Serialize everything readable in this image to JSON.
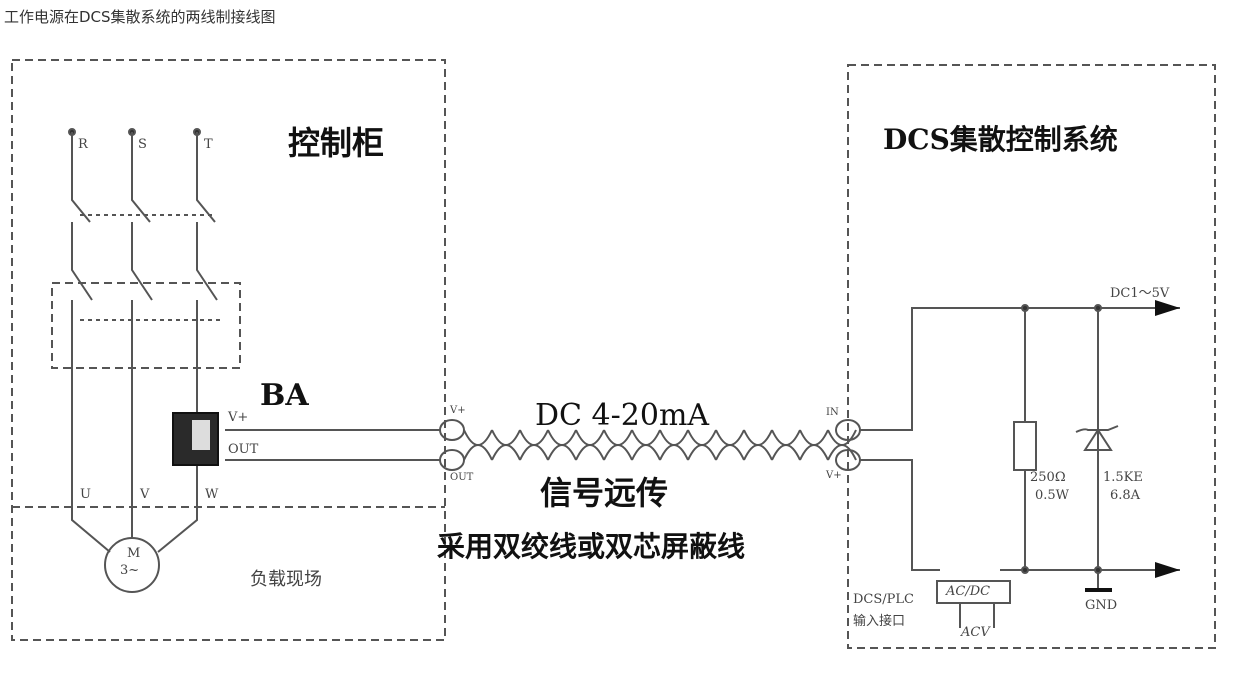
{
  "title": "工作电源在DCS集散系统的两线制接线图",
  "left_box": {
    "label": "控制柜",
    "phases": [
      "R",
      "S",
      "T"
    ],
    "sensor": "BA",
    "pins": [
      "V+",
      "OUT"
    ],
    "motor_label": "M",
    "motor_sub": "3~",
    "motor_terms": [
      "U",
      "V",
      "W"
    ],
    "field_label": "负载现场"
  },
  "right_box": {
    "label": "DCS集散控制系统",
    "pins": [
      "IN",
      "V+"
    ],
    "output": "DC1～5V",
    "resistor": [
      "250Ω",
      "0.5W"
    ],
    "diode": [
      "1.5KE",
      "6.8A"
    ],
    "gnd": "GND",
    "converter": "AC/DC",
    "acv": "ACV",
    "interface": [
      "DCS/PLC",
      "输入接口"
    ]
  },
  "cable": {
    "pins_left": [
      "V+",
      "OUT"
    ],
    "signal": "DC 4-20mA",
    "caption1": "信号远传",
    "caption2": "采用双绞线或双芯屏蔽线"
  }
}
